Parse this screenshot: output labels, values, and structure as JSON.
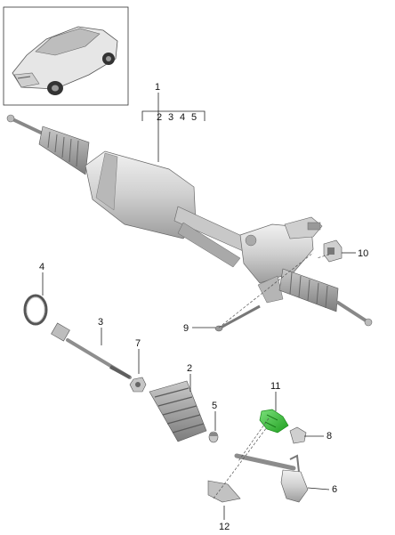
{
  "diagram": {
    "thumbnail": {
      "subject": "vehicle-suv"
    },
    "callouts": [
      {
        "id": "c1",
        "label": "1"
      },
      {
        "id": "c2",
        "label": "2"
      },
      {
        "id": "c3",
        "label": "3"
      },
      {
        "id": "c4",
        "label": "4"
      },
      {
        "id": "c5",
        "label": "5"
      },
      {
        "id": "c6",
        "label": "6"
      },
      {
        "id": "c7",
        "label": "7"
      },
      {
        "id": "c8",
        "label": "8"
      },
      {
        "id": "c9",
        "label": "9"
      },
      {
        "id": "c10",
        "label": "10"
      },
      {
        "id": "c11",
        "label": "11"
      },
      {
        "id": "c12",
        "label": "12"
      }
    ],
    "bracket_sublabels": [
      "2",
      "3",
      "4",
      "5"
    ],
    "colors": {
      "part_fill": "#d9d9d9",
      "part_shade": "#b5b5b5",
      "part_dark": "#8c8c8c",
      "highlight": "#35c235",
      "line": "#222222"
    }
  }
}
